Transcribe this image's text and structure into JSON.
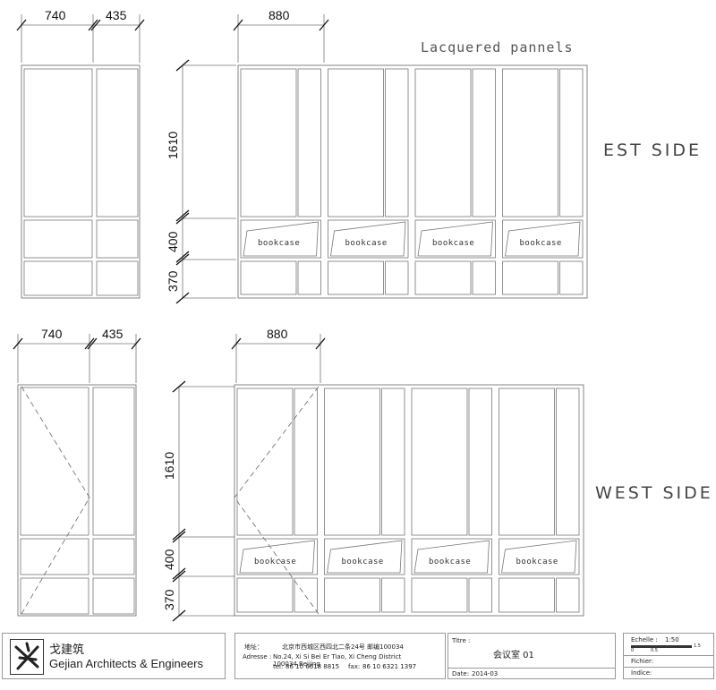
{
  "drawing": {
    "heading": "Lacquered pannels",
    "est_side": "EST SIDE",
    "west_side": "WEST SIDE",
    "bookcase_label": "bookcase",
    "dims": {
      "top_left_a": "740",
      "top_left_b": "435",
      "top_right": "880",
      "bottom_left_a": "740",
      "bottom_left_b": "435",
      "bottom_right": "880",
      "height_upper": "1610",
      "height_middle": "400",
      "height_lower": "370"
    }
  },
  "title_block": {
    "company_cn": "戈建筑",
    "company_en": "Gejian Architects & Engineers",
    "address_cn_label": "地址：",
    "address_cn": "北京市西城区西四北二条24号  邮编100034",
    "address_en_label": "Adresse :",
    "address_en": "No.24, Xi Si Bei Er Tiao, Xi Cheng District 100034,Beijing",
    "tel_label": "tel:",
    "tel": "86 10 6618 8815",
    "fax_label": "fax:",
    "fax": "86 10 6321 1397",
    "title_label": "Titre :",
    "title_value": "会议室  01",
    "date_label": "Date:",
    "date_value": "2014-03",
    "scale_label": "Echelle :",
    "scale_value": "1:50",
    "scale_tick_0": "0",
    "scale_tick_1": "0.5",
    "scale_tick_2": "1.5",
    "file_label": "Fichier:",
    "index_label": "Indice:"
  }
}
